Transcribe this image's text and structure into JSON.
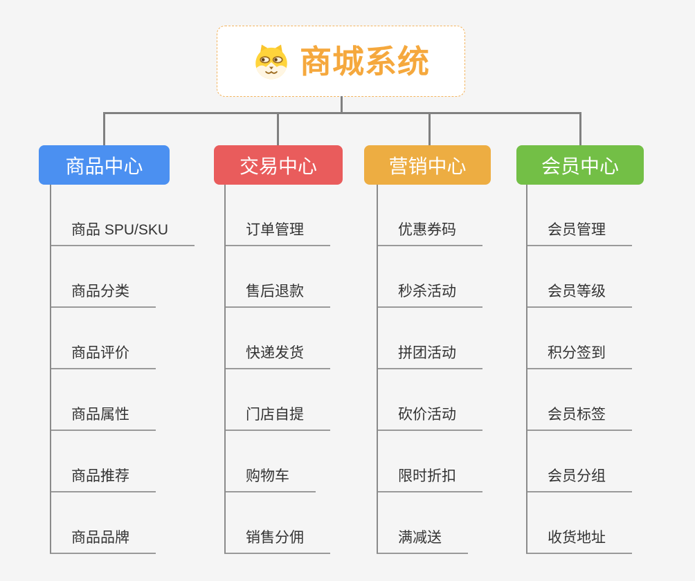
{
  "canvas": {
    "background": "#f5f5f5",
    "connector_color": "#808080",
    "underline_color": "#999999"
  },
  "root": {
    "title": "商城系统",
    "icon": "dog-face-icon",
    "title_color": "#f5a83d",
    "border_color": "#f3b35c",
    "background": "#ffffff"
  },
  "branches": [
    {
      "label": "商品中心",
      "color": "#4b90f1",
      "children": [
        "商品 SPU/SKU",
        "商品分类",
        "商品评价",
        "商品属性",
        "商品推荐",
        "商品品牌"
      ]
    },
    {
      "label": "交易中心",
      "color": "#e95c5c",
      "children": [
        "订单管理",
        "售后退款",
        "快递发货",
        "门店自提",
        "购物车",
        "销售分佣"
      ]
    },
    {
      "label": "营销中心",
      "color": "#edad42",
      "children": [
        "优惠券码",
        "秒杀活动",
        "拼团活动",
        "砍价活动",
        "限时折扣",
        "满减送"
      ]
    },
    {
      "label": "会员中心",
      "color": "#73bf46",
      "children": [
        "会员管理",
        "会员等级",
        "积分签到",
        "会员标签",
        "会员分组",
        "收货地址"
      ]
    }
  ]
}
